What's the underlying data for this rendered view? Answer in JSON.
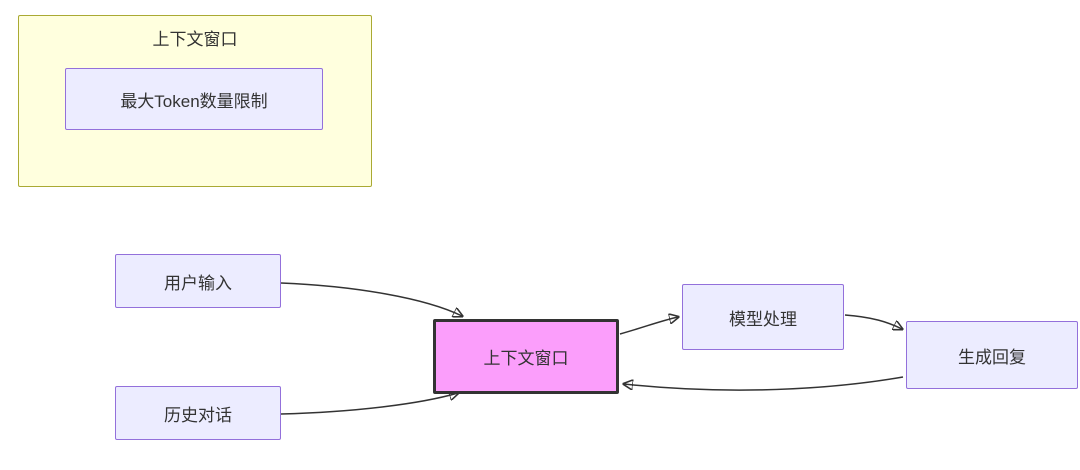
{
  "diagram": {
    "type": "flowchart",
    "subgraph": {
      "title": "上下文窗口",
      "node_label": "最大Token数量限制"
    },
    "nodes": {
      "user_input": {
        "label": "用户输入"
      },
      "history_dialog": {
        "label": "历史对话"
      },
      "context_window": {
        "label": "上下文窗口"
      },
      "model_processing": {
        "label": "模型处理"
      },
      "generate_reply": {
        "label": "生成回复"
      }
    },
    "edges": [
      {
        "from": "用户输入",
        "to": "上下文窗口"
      },
      {
        "from": "历史对话",
        "to": "上下文窗口"
      },
      {
        "from": "上下文窗口",
        "to": "模型处理"
      },
      {
        "from": "模型处理",
        "to": "生成回复"
      },
      {
        "from": "生成回复",
        "to": "上下文窗口"
      }
    ],
    "colors": {
      "node_fill": "#ECECFF",
      "node_border": "#9370DB",
      "subgraph_fill": "#FFFFDE",
      "subgraph_border": "#AAAA33",
      "highlight_fill": "#FB9EFB",
      "highlight_border": "#333333",
      "edge_stroke": "#333333"
    }
  }
}
